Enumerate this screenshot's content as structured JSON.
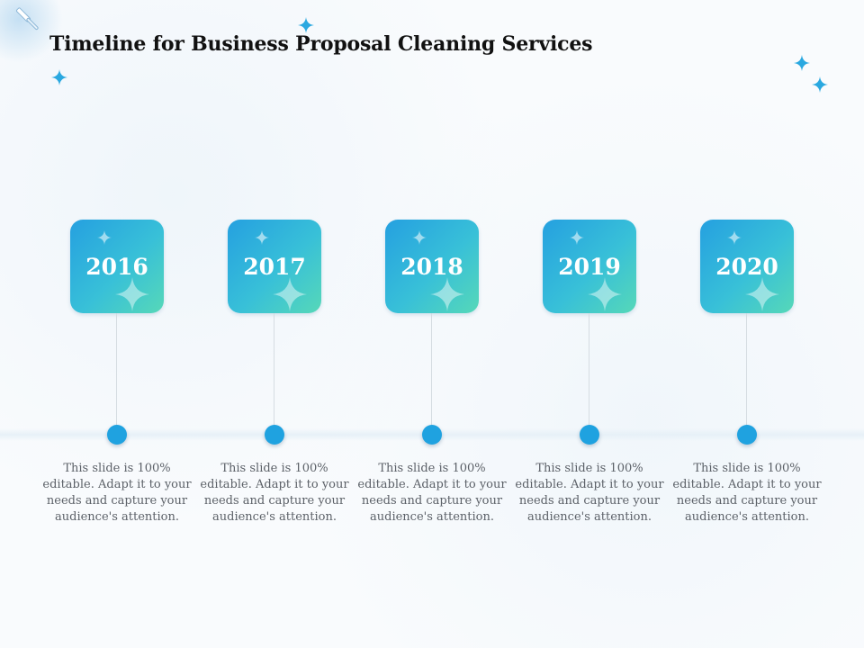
{
  "slide": {
    "title": "Timeline for Business Proposal Cleaning Services"
  },
  "colors": {
    "box_gradient_start": "#25a0e0",
    "box_gradient_end": "#56d8b8",
    "dot": "#1fa2e0",
    "sparkle": "#2aa8e0",
    "title_text": "#111111",
    "body_text": "#5c6168"
  },
  "icons": {
    "corner": "squeegee-icon",
    "decor": "sparkle-icon"
  },
  "milestones": [
    {
      "year": "2016",
      "text": "This slide is 100% editable. Adapt it to your needs and capture your audience's attention."
    },
    {
      "year": "2017",
      "text": "This slide is 100% editable. Adapt it to your needs and capture your audience's attention."
    },
    {
      "year": "2018",
      "text": "This slide is 100% editable. Adapt it to your needs and capture your audience's attention."
    },
    {
      "year": "2019",
      "text": "This slide is 100% editable. Adapt it to your needs and capture your audience's attention."
    },
    {
      "year": "2020",
      "text": "This slide is 100% editable. Adapt it to your needs and capture your audience's attention."
    }
  ]
}
